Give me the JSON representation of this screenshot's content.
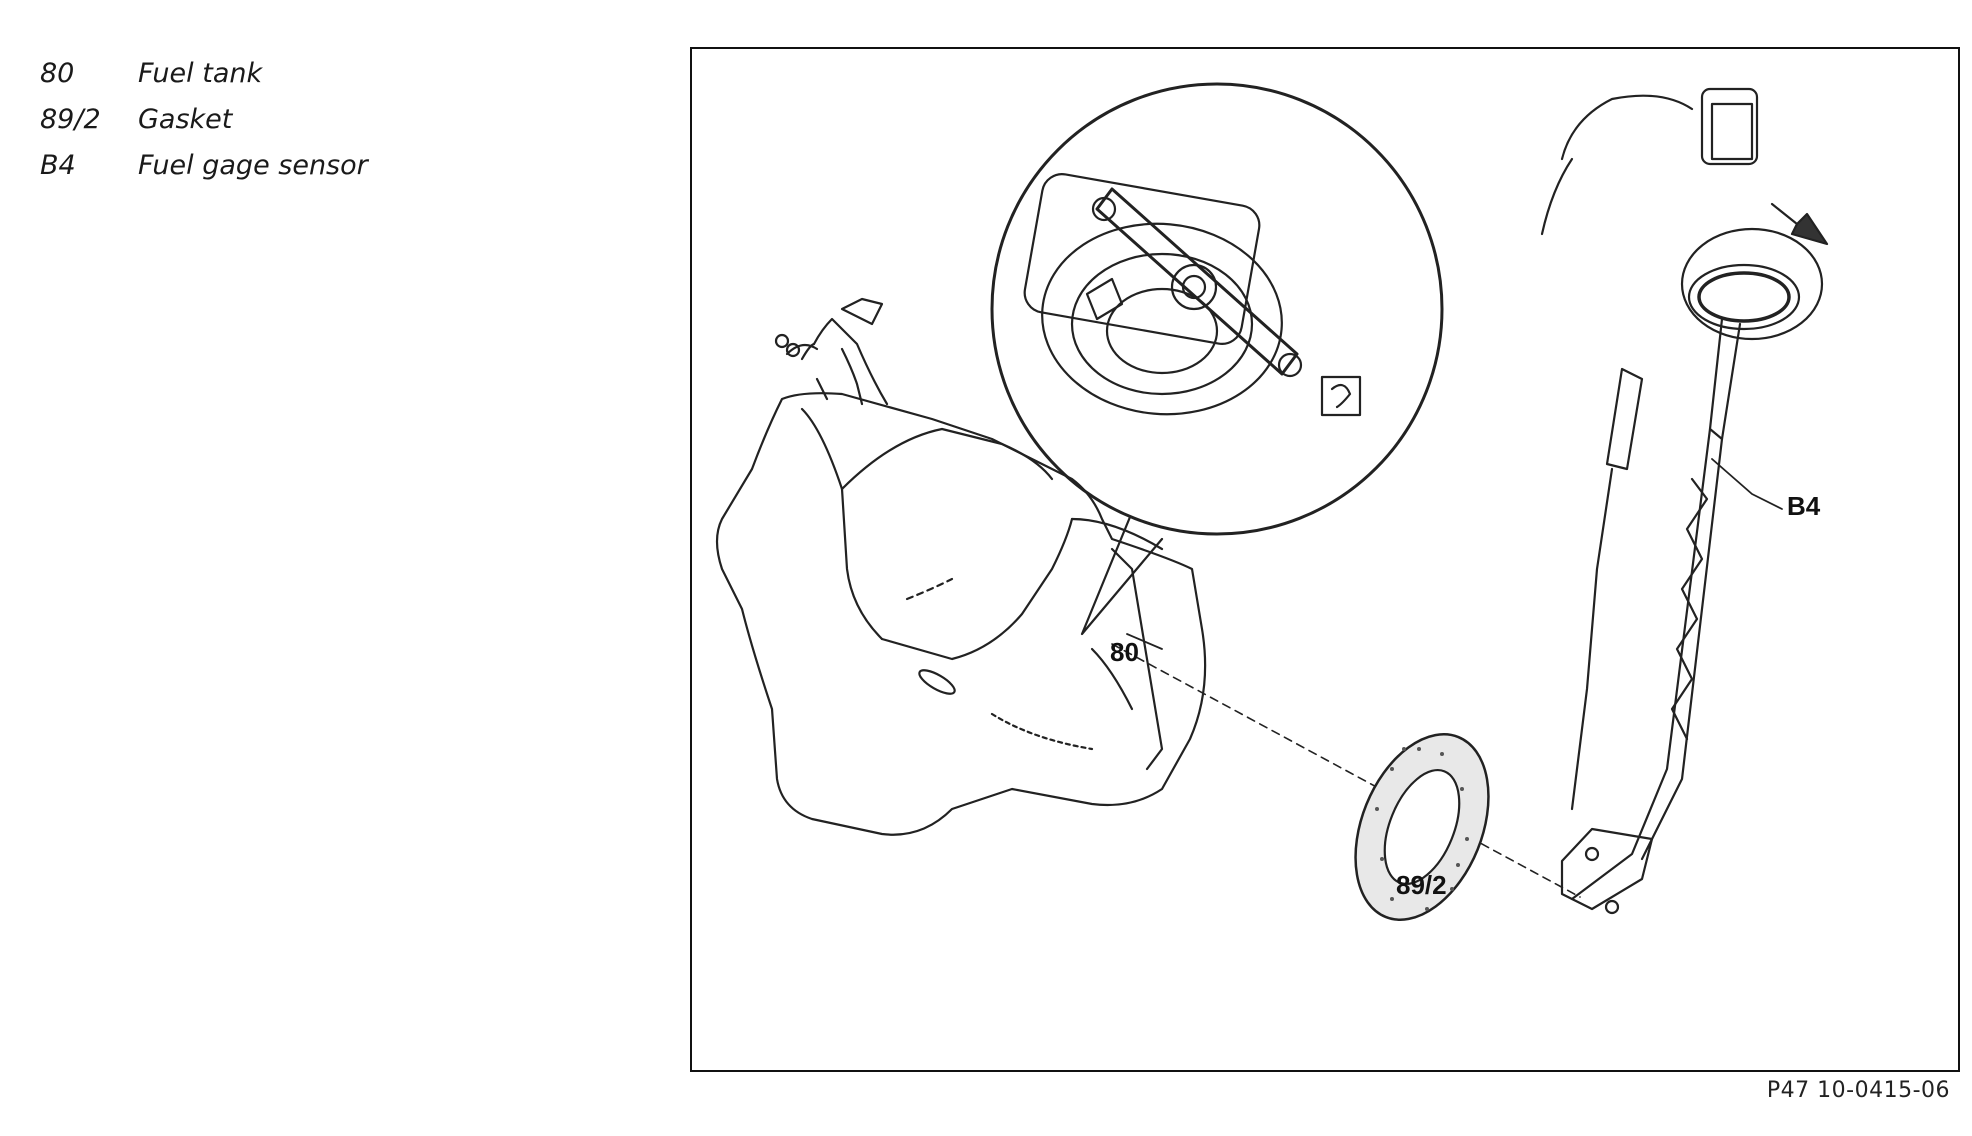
{
  "legend": [
    {
      "code": "80",
      "label": "Fuel tank"
    },
    {
      "code": "89/2",
      "label": "Gasket"
    },
    {
      "code": "B4",
      "label": "Fuel gage sensor"
    }
  ],
  "callouts": {
    "tank": "80",
    "gasket": "89/2",
    "sensor": "B4"
  },
  "figure_ref": "P47 10-0415-06"
}
